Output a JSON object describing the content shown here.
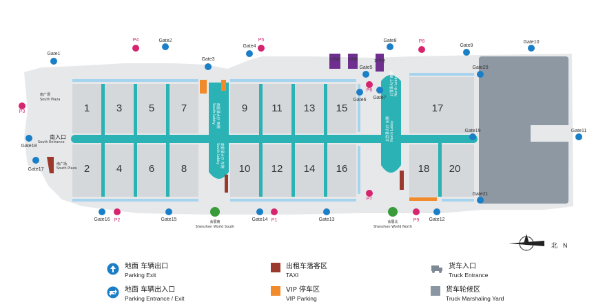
{
  "halls": [
    "1",
    "2",
    "3",
    "4",
    "5",
    "6",
    "7",
    "8",
    "9",
    "10",
    "11",
    "12",
    "13",
    "14",
    "15",
    "16",
    "17",
    "18",
    "20"
  ],
  "gates": {
    "gate1": "Gate1",
    "gate2": "Gate2",
    "gate3": "Gate3",
    "gate4": "Gate4",
    "gate5": "Gate5",
    "gate6": "Gate6",
    "gate7": "Gate7",
    "gate8": "Gate8",
    "gate9": "Gate9",
    "gate10": "Gate10",
    "gate11": "Gate11",
    "gate12": "Gate12",
    "gate13": "Gate13",
    "gate14": "Gate14",
    "gate15": "Gate15",
    "gate16": "Gate16",
    "gate17": "Gate17",
    "gate18": "Gate18",
    "gate19": "Gate19",
    "gate20": "Gate20",
    "gate21": "Gate21"
  },
  "parking": {
    "p1": "P1",
    "p2": "P2",
    "p3": "P3",
    "p4": "P4",
    "p5": "P5",
    "p6": "P6",
    "p7": "P7",
    "p8": "P8",
    "p9": "P9"
  },
  "labels": {
    "south_plaza_cn": "南广场",
    "south_plaza_en": "South Plaza",
    "south_entrance_cn": "南入口",
    "south_entrance_en": "South Entrance",
    "south_lobby_west_cn": "南登录大厅 西侧",
    "south_lobby_en": "South Lobby",
    "south_lobby_east_cn": "南登录大厅 东侧",
    "north_lobby_west_cn": "北登录大厅 西侧",
    "north_lobby_en": "North Lobby",
    "north_lobby_east_cn": "北登录大厅 东侧",
    "metro_south_cn": "会展南",
    "metro_south_en": "Shenzhen World South",
    "metro_north_cn": "会展北",
    "metro_north_en": "Shenzhen World North",
    "vip8": "8号馆",
    "vip9": "9号馆",
    "vip10": "10号馆",
    "north_cn": "北",
    "north_en": "N"
  },
  "legend": [
    {
      "icon": "parking-exit-icon",
      "cn": "地面 车辆出口",
      "en": "Parking Exit",
      "color": "#1a7fc7"
    },
    {
      "icon": "parking-entrance-exit-icon",
      "cn": "地面 车辆出入口",
      "en": "Parking Entrance / Exit",
      "color": "#1a7fc7"
    },
    {
      "icon": "taxi-icon",
      "cn": "出租车落客区",
      "en": "TAXI",
      "color": "#9b3a2c"
    },
    {
      "icon": "vip-parking-icon",
      "cn": "VIP 停车区",
      "en": "VIP Parking",
      "color": "#f08a2a"
    },
    {
      "icon": "truck-entrance-icon",
      "cn": "货车入口",
      "en": "Truck Entrance",
      "color": "#7d8a96"
    },
    {
      "icon": "truck-yard-icon",
      "cn": "货车轮候区",
      "en": "Truck Marshaling Yard",
      "color": "#8a96a2"
    }
  ]
}
